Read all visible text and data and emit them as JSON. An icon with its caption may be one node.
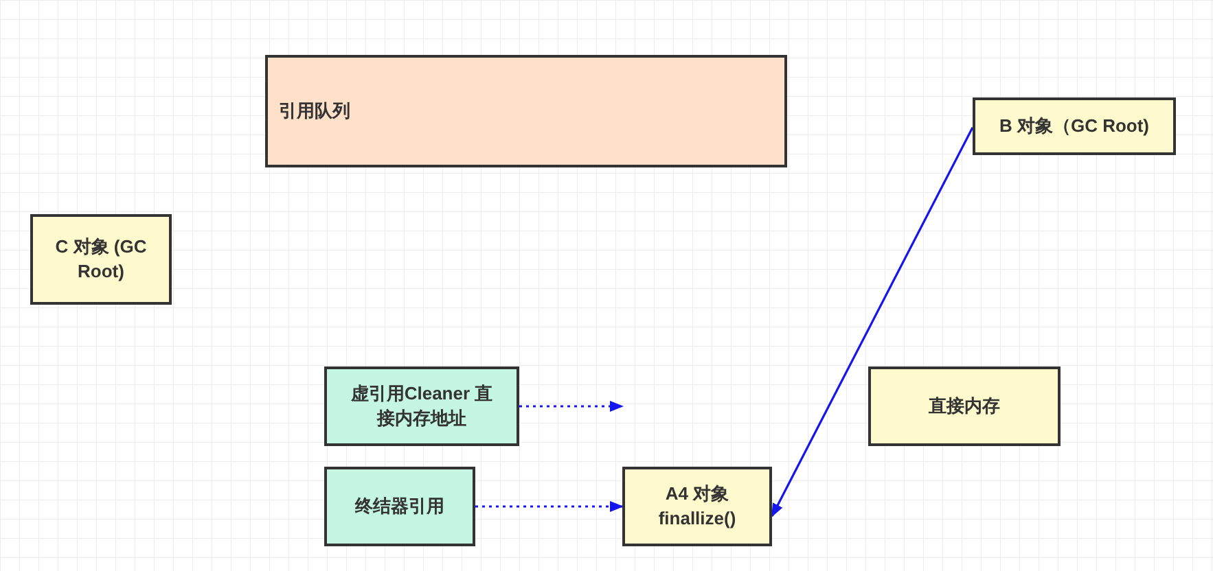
{
  "diagram": {
    "nodes": [
      {
        "text": [
          "引用队列"
        ]
      },
      {
        "text": [
          "B 对象（GC Root)"
        ]
      },
      {
        "text": [
          "C 对象 (GC Root)"
        ]
      },
      {
        "text": [
          "虚引用Cleaner 直接内存地址"
        ]
      },
      {
        "text": [
          "直接内存"
        ]
      },
      {
        "text": [
          "终结器引用"
        ]
      },
      {
        "text": [
          "A4 对象 finallize()"
        ]
      }
    ],
    "edges": [
      {
        "from": 1,
        "to": 6,
        "arrow": "to"
      },
      {
        "from": 3,
        "to": null,
        "arrow": "to",
        "style": "dashed"
      },
      {
        "from": 5,
        "to": 6,
        "arrow": "to",
        "style": "dashed"
      }
    ]
  }
}
